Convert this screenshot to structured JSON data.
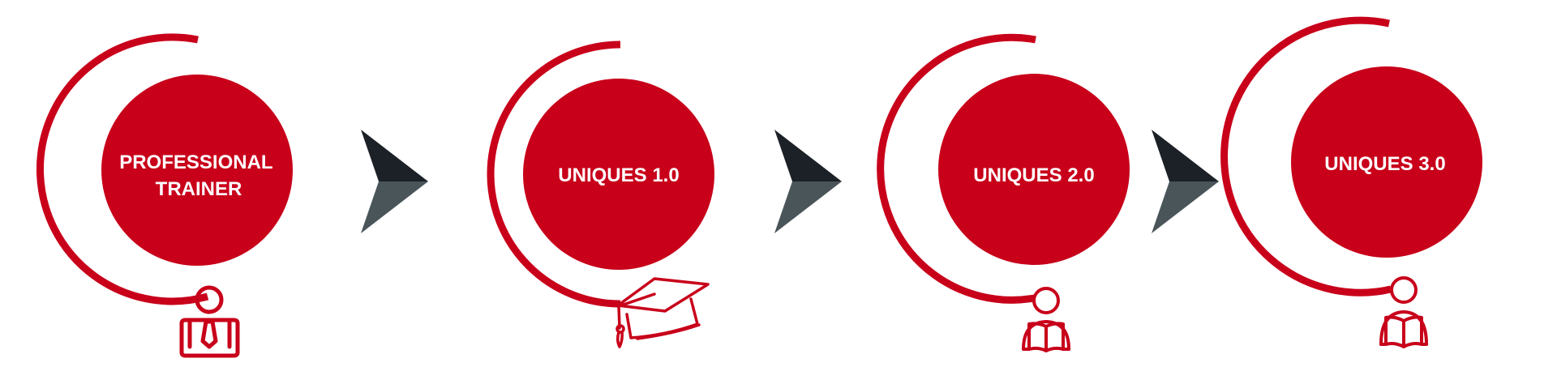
{
  "colors": {
    "red": "#c8001a",
    "arrow_dark": "#1c2127",
    "arrow_light": "#4a555a",
    "white": "#ffffff"
  },
  "stages": [
    {
      "id": "professional-trainer",
      "label_lines": [
        "PROFESSIONAL",
        "TRAINER"
      ],
      "icon": "trainer-with-tie-icon"
    },
    {
      "id": "uniques-1-0",
      "label_lines": [
        "UNIQUES 1.0"
      ],
      "icon": "graduation-cap-icon"
    },
    {
      "id": "uniques-2-0",
      "label_lines": [
        "UNIQUES 2.0"
      ],
      "icon": "person-reading-book-icon"
    },
    {
      "id": "uniques-3-0",
      "label_lines": [
        "UNIQUES 3.0"
      ],
      "icon": "person-reading-book-icon"
    }
  ],
  "connectors": [
    "chevron-right-icon",
    "chevron-right-icon",
    "chevron-right-icon"
  ]
}
